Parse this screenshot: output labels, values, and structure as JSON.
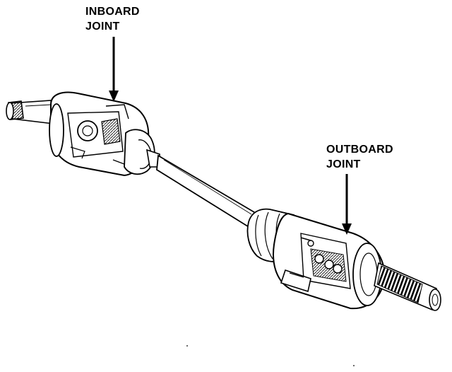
{
  "labels": {
    "inboard": {
      "line1": "INBOARD",
      "line2": "JOINT"
    },
    "outboard": {
      "line1": "OUTBOARD",
      "line2": "JOINT"
    }
  },
  "colors": {
    "ink": "#000000",
    "paper": "#ffffff"
  },
  "icons": {
    "inboard-arrow": "arrow-down-icon",
    "outboard-arrow": "arrow-down-icon"
  }
}
